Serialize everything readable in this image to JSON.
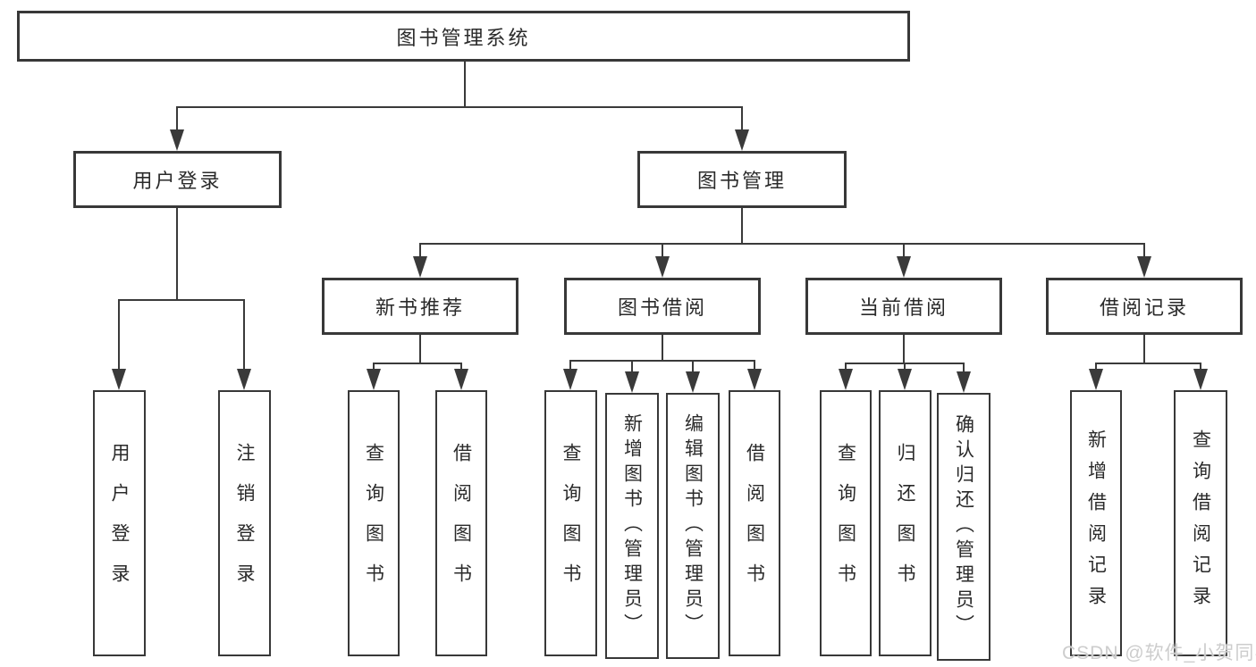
{
  "root": {
    "label": "图书管理系统"
  },
  "level2": {
    "user_login": "用户登录",
    "book_management": "图书管理"
  },
  "level3": {
    "new_book_recommend": "新书推荐",
    "book_borrowing": "图书借阅",
    "current_borrowing": "当前借阅",
    "borrowing_records": "借阅记录"
  },
  "leaves": {
    "user_login": "用户登录",
    "logout": "注销登录",
    "query_books_1": "查询图书",
    "borrow_books_1": "借阅图书",
    "query_books_2": "查询图书",
    "add_books_admin": "新增图书（管理员）",
    "edit_books_admin": "编辑图书（管理员）",
    "borrow_books_2": "借阅图书",
    "query_books_3": "查询图书",
    "return_books": "归还图书",
    "confirm_return_admin": "确认归还（管理员）",
    "add_borrow_record": "新增借阅记录",
    "query_borrow_record": "查询借阅记录"
  },
  "watermark": {
    "text": "CSDN @软件_小贺同学"
  },
  "colors": {
    "line": "#3a3a3a",
    "text": "#2a2a2a",
    "background": "#ffffff",
    "watermark": "#cdcdcd"
  }
}
